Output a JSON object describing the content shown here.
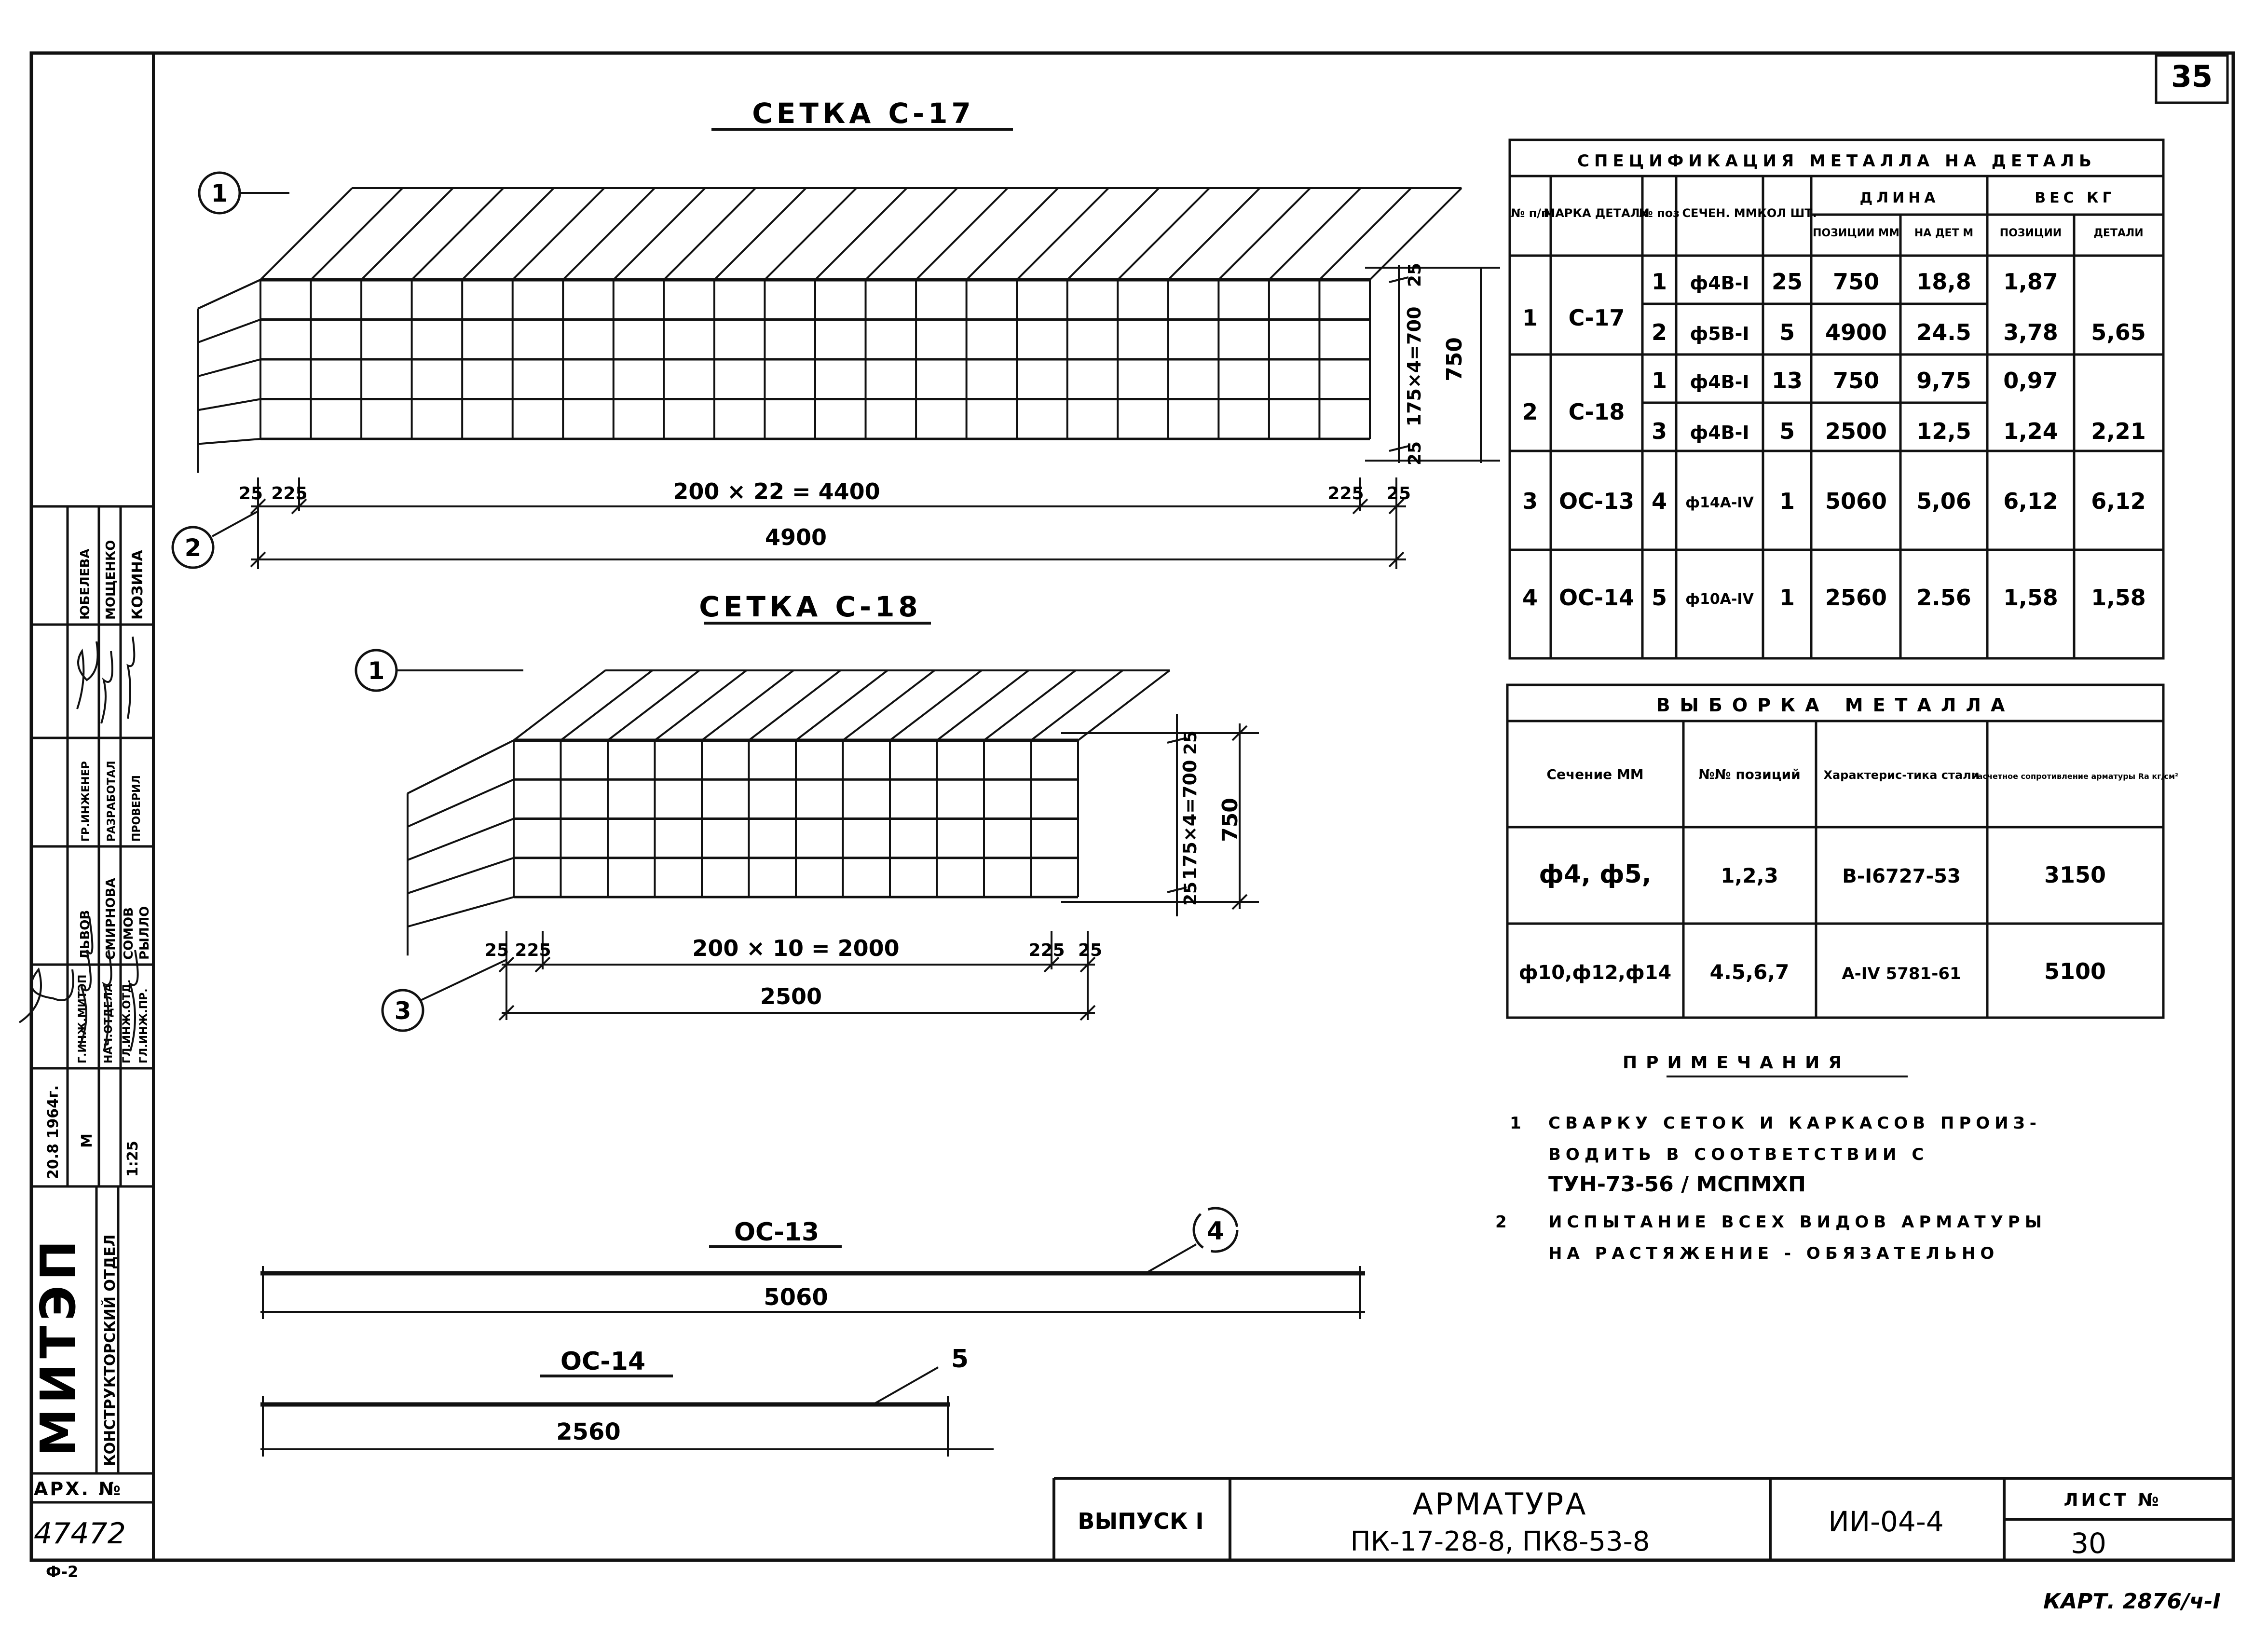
{
  "sheet_number": "35",
  "mesh17": {
    "title": "СЕТКА С-17",
    "callout_top": "1",
    "callout_bottom": "2",
    "dim_top": "25",
    "dim_mid": "175×4=700",
    "dim_bottom": "25",
    "dim_total_h": "750",
    "dim_left_25": "25",
    "dim_left_225": "225",
    "dim_span": "200 × 22 = 4400",
    "dim_right_225": "225",
    "dim_right_25": "25",
    "dim_total_w": "4900"
  },
  "mesh18": {
    "title": "СЕТКА С-18",
    "callout_top": "1",
    "callout_bottom": "3",
    "dim_top": "25",
    "dim_mid": "175×4=700",
    "dim_bottom": "25",
    "dim_total_h": "750",
    "dim_left_25": "25",
    "dim_left_225": "225",
    "dim_span": "200 × 10 = 2000",
    "dim_right_225": "225",
    "dim_right_25": "25",
    "dim_total_w": "2500"
  },
  "bar13": {
    "title": "ОС-13",
    "callout": "4",
    "length": "5060"
  },
  "bar14": {
    "title": "ОС-14",
    "callout": "5",
    "length": "2560"
  },
  "spec": {
    "title": "СПЕЦИФИКАЦИЯ МЕТАЛЛА НА ДЕТАЛЬ",
    "headers": {
      "num": "№ п/п",
      "mark": "МАРКА ДЕТАЛИ",
      "pos": "№ поз",
      "section": "СЕЧЕН. ММ",
      "qty": "КОЛ ШТ.",
      "length": "ДЛИНА",
      "len_pos": "ПОЗИЦИИ ММ",
      "len_det": "НА ДЕТ М",
      "weight": "ВЕС КГ",
      "w_pos": "ПОЗИЦИИ",
      "w_det": "ДЕТАЛИ"
    },
    "rows": [
      {
        "n": "1",
        "mark": "С-17",
        "pos": "1",
        "sec": "ф4В-I",
        "qty": "25",
        "lp": "750",
        "ld": "18,8",
        "wp": "1,87",
        "wd": ""
      },
      {
        "n": "",
        "mark": "",
        "pos": "2",
        "sec": "ф5В-I",
        "qty": "5",
        "lp": "4900",
        "ld": "24.5",
        "wp": "3,78",
        "wd": "5,65"
      },
      {
        "n": "2",
        "mark": "С-18",
        "pos": "1",
        "sec": "ф4В-I",
        "qty": "13",
        "lp": "750",
        "ld": "9,75",
        "wp": "0,97",
        "wd": ""
      },
      {
        "n": "",
        "mark": "",
        "pos": "3",
        "sec": "ф4В-I",
        "qty": "5",
        "lp": "2500",
        "ld": "12,5",
        "wp": "1,24",
        "wd": "2,21"
      },
      {
        "n": "3",
        "mark": "ОС-13",
        "pos": "4",
        "sec": "ф14А-IV",
        "qty": "1",
        "lp": "5060",
        "ld": "5,06",
        "wp": "6,12",
        "wd": "6,12"
      },
      {
        "n": "4",
        "mark": "ОС-14",
        "pos": "5",
        "sec": "ф10А-IV",
        "qty": "1",
        "lp": "2560",
        "ld": "2.56",
        "wp": "1,58",
        "wd": "1,58"
      }
    ]
  },
  "sel": {
    "title": "ВЫБОРКА МЕТАЛЛА",
    "headers": {
      "dia": "Сечение ММ",
      "pos": "№№ позиций",
      "char": "Характерис-тика стали",
      "res": "Расчетное сопротивление арматуры Ra кг/см²"
    },
    "rows": [
      {
        "dia": "ф4, ф5,",
        "pos": "1,2,3",
        "char": "В-I6727-53",
        "res": "3150"
      },
      {
        "dia": "ф10,ф12,ф14",
        "pos": "4.5,6,7",
        "char": "А-IV 5781-61",
        "res": "5100"
      }
    ]
  },
  "notes": {
    "title": "ПРИМЕЧАНИЯ",
    "n1_num": "1",
    "n1_l1": "СВАРКУ СЕТОК И КАРКАСОВ ПРОИЗ-",
    "n1_l2": "ВОДИТЬ В СООТВЕТСТВИИ С",
    "n1_l3": "ТУН-73-56 / МСПМХП",
    "n2_num": "2",
    "n2_l1": "ИСПЫТАНИЕ ВСЕХ ВИДОВ АРМАТУРЫ",
    "n2_l2": "НА РАСТЯЖЕНИЕ - ОБЯЗАТЕЛЬНО"
  },
  "title_block": {
    "issue": "ВЫПУСК I",
    "name": "АРМАТУРА",
    "products": "ПК-17-28-8, ПК8-53-8",
    "series": "ИИ-04-4",
    "sheet_label": "ЛИСТ №",
    "sheet_no": "30",
    "kart": "КАРТ. 2876/ч-I"
  },
  "sidebar": {
    "org": "МИТЭП",
    "dept": "КОНСТРУКТОРСКИЙ ОТДЕЛ",
    "date": "20.8 1964г.",
    "m": "М",
    "scale": "1:25",
    "roles_a": [
      "Г.ИНЖ.МИТЭП",
      "НАЧ.ОТДЕЛА"
    ],
    "roles_b": [
      "ГЛ.ИНЖ.ОТД.",
      "ГЛ.ИНЖ.ПР."
    ],
    "names_a": [
      "ЛЬВОВ",
      "СМИРНОВА"
    ],
    "names_b": [
      "СОМОВ",
      "РЫЛЛО"
    ],
    "roles_c": [
      "ГР.ИНЖЕНЕР",
      "РАЗРАБОТАЛ"
    ],
    "roles_d": [
      "ПРОВЕРИЛ"
    ],
    "names_c": [
      "ЮБЕЛЕВА",
      "МОЩЕНКО"
    ],
    "names_d": [
      "КОЗИНА"
    ],
    "arch_label": "АРХ. №",
    "arch_no": "47472",
    "footer": "Ф-2"
  }
}
